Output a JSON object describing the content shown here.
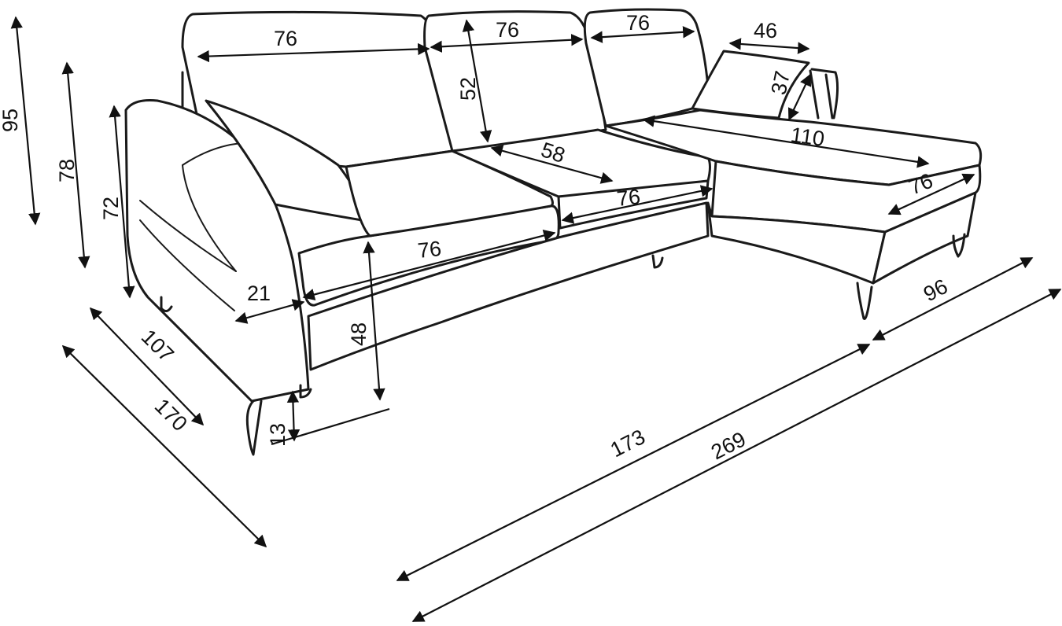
{
  "dimensions": {
    "back_cushion_left_width": "76",
    "back_cushion_middle_width": "76",
    "back_cushion_right_width": "76",
    "pillow_width": "46",
    "pillow_height": "37",
    "back_cushion_height": "52",
    "seat_depth": "58",
    "chaise_depth": "110",
    "chaise_width": "76",
    "seat_middle_width": "76",
    "seat_left_width": "76",
    "armrest_width": "21",
    "seat_height": "48",
    "leg_height": "13",
    "total_height": "95",
    "back_height": "78",
    "armrest_height": "72",
    "sofa_depth": "107",
    "chaise_total_depth": "170",
    "sofa_length": "173",
    "total_length": "269",
    "chaise_length": "96"
  },
  "colors": {
    "line": "#1a1a1a",
    "background": "#ffffff"
  }
}
